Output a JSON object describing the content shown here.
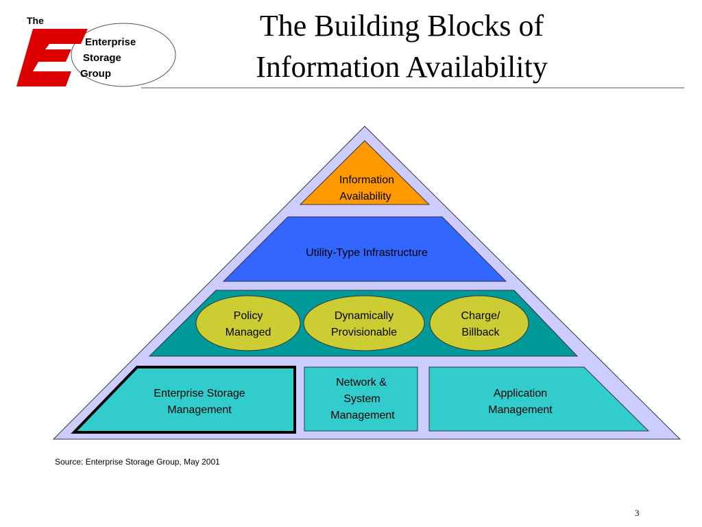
{
  "title": {
    "line1": "The Building Blocks of",
    "line2": "Information Availability"
  },
  "logo": {
    "the": "The",
    "letter": "E",
    "line1": "Enterprise",
    "line2": "Storage",
    "line3": "Group"
  },
  "pyramid": {
    "top": {
      "line1": "Information",
      "line2": "Availability"
    },
    "infrastructure": "Utility-Type Infrastructure",
    "capabilities": [
      {
        "line1": "Policy",
        "line2": "Managed"
      },
      {
        "line1": "Dynamically",
        "line2": "Provisionable"
      },
      {
        "line1": "Charge/",
        "line2": "Billback"
      }
    ],
    "base": {
      "storage": {
        "line1": "Enterprise Storage",
        "line2": "Management"
      },
      "network": {
        "line1": "Network &",
        "line2": "System",
        "line3": "Management"
      },
      "application": {
        "line1": "Application",
        "line2": "Management"
      }
    }
  },
  "colors": {
    "pyramid_fill": "#ccccff",
    "top_fill": "#ff9900",
    "infrastructure_fill": "#3366ff",
    "capabilities_band_fill": "#009999",
    "capability_fill": "#cccc33",
    "base_fill": "#33cccc",
    "logo_red": "#dd0000"
  },
  "source": "Source: Enterprise Storage Group, May 2001",
  "page_number": "3"
}
